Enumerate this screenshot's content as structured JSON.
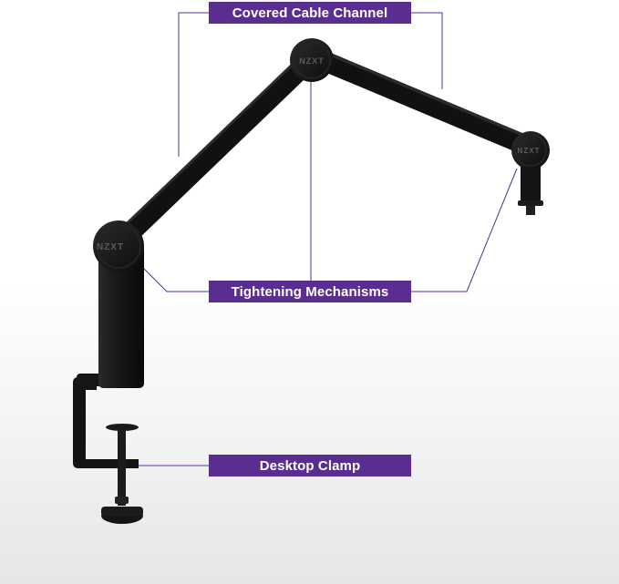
{
  "callouts": {
    "cable_channel": "Covered Cable Channel",
    "tightening": "Tightening Mechanisms",
    "clamp": "Desktop Clamp"
  },
  "brand": {
    "logo_text": "NZXT"
  },
  "colors": {
    "callout_bg": "#5a2d91",
    "callout_text": "#ffffff",
    "leader_line": "#5a2d91",
    "arm": "#111111",
    "joint": "#1a1a1a"
  }
}
